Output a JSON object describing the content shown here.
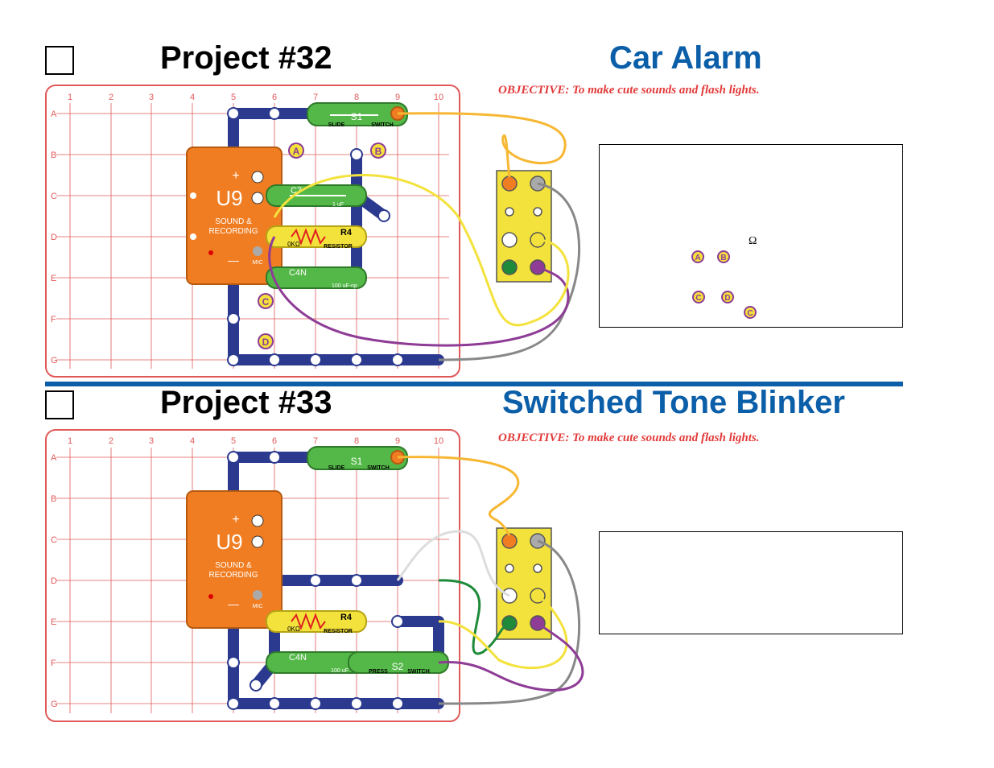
{
  "project32": {
    "title": "Project #32",
    "name": "Car Alarm",
    "objective": "OBJECTIVE:  To make cute sounds and flash lights.",
    "note_symbol": "Ω",
    "legend_markers": [
      "A",
      "B",
      "C",
      "D",
      "C"
    ]
  },
  "project33": {
    "title": "Project #33",
    "name": "Switched Tone Blinker",
    "objective": "OBJECTIVE:  To make cute sounds and flash lights."
  },
  "grid": {
    "columns": [
      "1",
      "2",
      "3",
      "4",
      "5",
      "6",
      "7",
      "8",
      "9",
      "10"
    ],
    "rows": [
      "A",
      "B",
      "C",
      "D",
      "E",
      "F",
      "G"
    ]
  },
  "parts": {
    "u9_label": "U9",
    "u9_sub1": "SOUND &",
    "u9_sub2": "RECORDING",
    "mic": "MIC",
    "s1": "S1",
    "s1_left": "SLIDE",
    "s1_right": "SWITCH",
    "c7": "C7",
    "c7_val": "1 uF",
    "r4": "R4",
    "r4_val": "0KΩ",
    "r4_word": "RESISTOR",
    "c4n": "C4N",
    "c4n_val": "100 uF-np",
    "c4n_val2": "100 uF",
    "s2": "S2",
    "s2_left": "PRESS",
    "s2_right": "SWITCH",
    "plus": "+",
    "minus": "—"
  },
  "markers": {
    "a": "A",
    "b": "B",
    "c": "C",
    "d": "D"
  },
  "colors": {
    "blue_wire": "#2b3a8f",
    "board_red": "#e05a5a",
    "orange_module": "#f07d22",
    "green_part": "#54b848",
    "yellow_part": "#f4e23c",
    "marker_purple": "#8e3c96",
    "title_blue": "#0b5ea8"
  }
}
